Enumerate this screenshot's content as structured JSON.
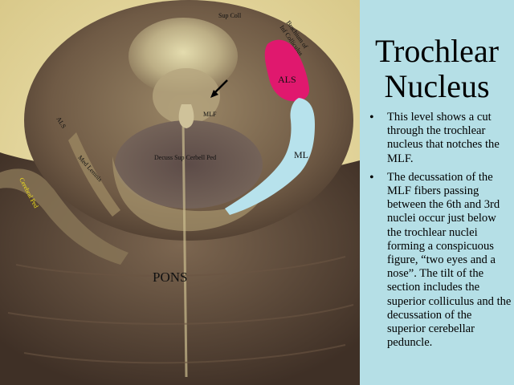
{
  "slide": {
    "title_line1": "Trochlear",
    "title_line2": "Nucleus",
    "bullets": [
      "This level shows a cut through the trochlear nucleus that notches the MLF.",
      "The decussation of the MLF fibers passing between the 6th and 3rd nuclei occur just below the trochlear nuclei forming a conspicuous figure, “two eyes and a nose”.  The tilt of the section includes the superior colliculus and the decussation of the superior cerebellar peduncle."
    ]
  },
  "specimen": {
    "labels": {
      "sup_coll": "Sup Coll",
      "brachium": [
        "Brachium of",
        "Inf Colliculus"
      ],
      "als_highlight": "ALS",
      "mlf": "MLF",
      "als_left": "ALS",
      "decuss": "Decuss Sup Cerbell Ped",
      "med_lemnis": "Med Lemnis",
      "ml": "ML",
      "cerebral_ped": "Cerebral Ped",
      "pons": "PONS"
    },
    "colors": {
      "als_highlight": "#e0186e",
      "ml_highlight": "#b7e2ec",
      "cerebral_ped_label": "#f2e21a"
    }
  }
}
